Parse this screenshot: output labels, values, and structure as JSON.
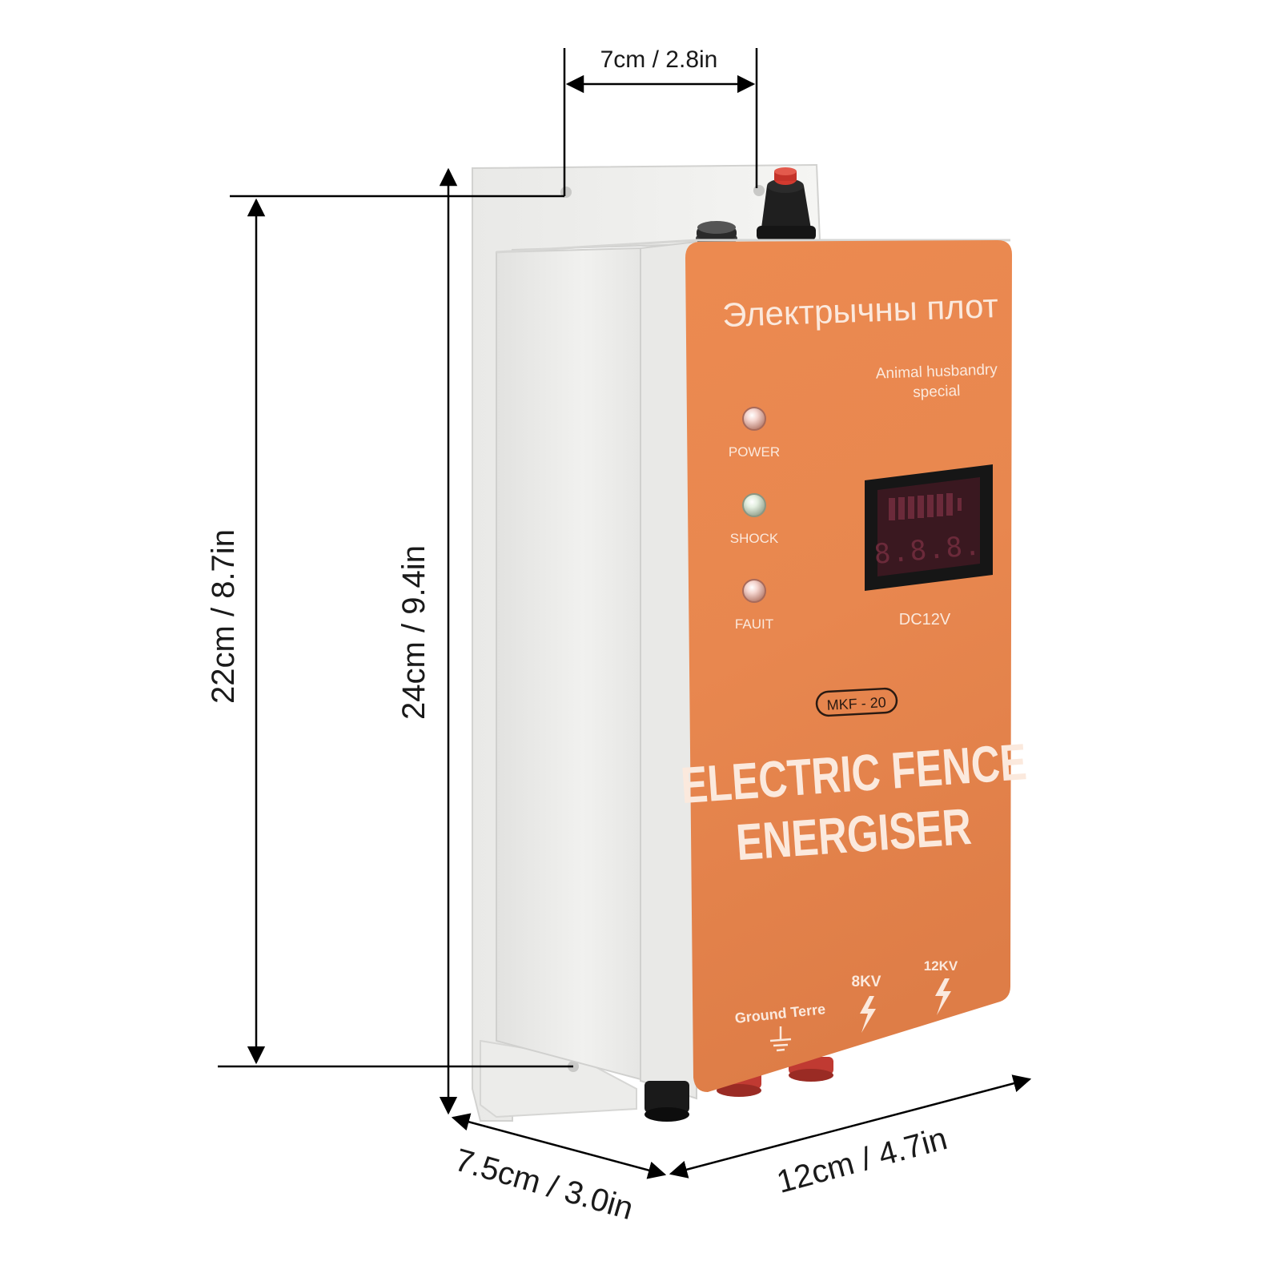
{
  "dimensions": {
    "top_width": "7cm / 2.8in",
    "left_height": "22cm / 8.7in",
    "inner_height": "24cm / 9.4in",
    "depth": "7.5cm / 3.0in",
    "front_width": "12cm / 4.7in"
  },
  "device": {
    "title_cyrillic": "Электрычны плот",
    "subtitle_line1": "Animal husbandry",
    "subtitle_line2": "special",
    "model": "MKF - 20",
    "headline_line1": "ELECTRIC FENCE",
    "headline_line2": "ENERGISER",
    "display_readout": "8.8.8.",
    "voltage_label": "DC12V",
    "indicators": [
      {
        "label": "POWER"
      },
      {
        "label": "SHOCK"
      },
      {
        "label": "FAUIT"
      }
    ],
    "terminals": {
      "ground": "Ground Terre",
      "low": "8KV",
      "high": "12KV"
    }
  },
  "colors": {
    "panel_orange": "#e8874f",
    "housing_white": "#eeeeec",
    "text_on_panel": "#fbe9dd"
  }
}
